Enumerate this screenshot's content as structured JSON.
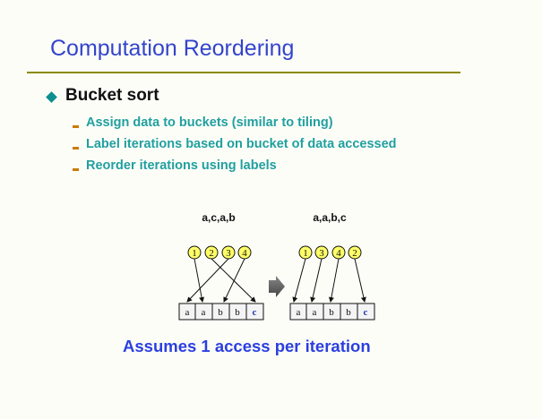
{
  "title": "Computation Reordering",
  "bullet": {
    "main": "Bucket sort",
    "subs": [
      "Assign data to buckets (similar to tiling)",
      "Label iterations based on bucket of data accessed",
      "Reorder iterations using labels"
    ]
  },
  "diagram": {
    "left": {
      "label": "a,c,a,b",
      "iterations": [
        "1",
        "2",
        "3",
        "4"
      ],
      "cells": [
        "a",
        "a",
        "b",
        "b",
        "c"
      ]
    },
    "right": {
      "label": "a,a,b,c",
      "iterations": [
        "1",
        "3",
        "4",
        "2"
      ],
      "cells": [
        "a",
        "a",
        "b",
        "b",
        "c"
      ]
    },
    "arrow_icon": "right-arrow-icon"
  },
  "footer": "Assumes 1 access per iteration",
  "colors": {
    "title": "#3344cc",
    "rule": "#8a8a00",
    "sub_text": "#20a0a0",
    "circle_fill": "#ffff66",
    "footer": "#2b3fe0"
  }
}
